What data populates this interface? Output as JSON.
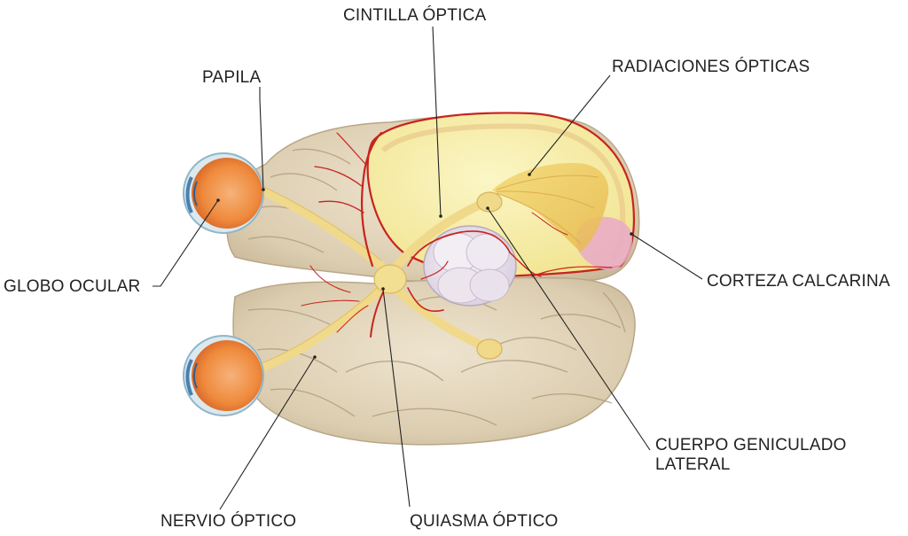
{
  "labels": {
    "cintilla_optica": "CINTILLA ÓPTICA",
    "papila": "PAPILA",
    "radiaciones_opticas": "RADIACIONES ÓPTICAS",
    "globo_ocular": "GLOBO OCULAR",
    "corteza_calcarina": "CORTEZA CALCARINA",
    "cuerpo_geniculado_line1": "CUERPO GENICULADO",
    "cuerpo_geniculado_line2": "LATERAL",
    "nervio_optico": "NERVIO ÓPTICO",
    "quiasma_optico": "QUIASMA ÓPTICO"
  },
  "colors": {
    "brain_tissue": "#ddd0b5",
    "brain_shadow": "#b9a98c",
    "cut_surface": "#f6eea0",
    "optic_tract": "#f0d98a",
    "vessels": "#c8231e",
    "eye_orange": "#f08a3c",
    "eye_rim": "#9cc4d8",
    "calcarine_cortex": "#e6a8c8",
    "leader_lines": "#222222"
  }
}
